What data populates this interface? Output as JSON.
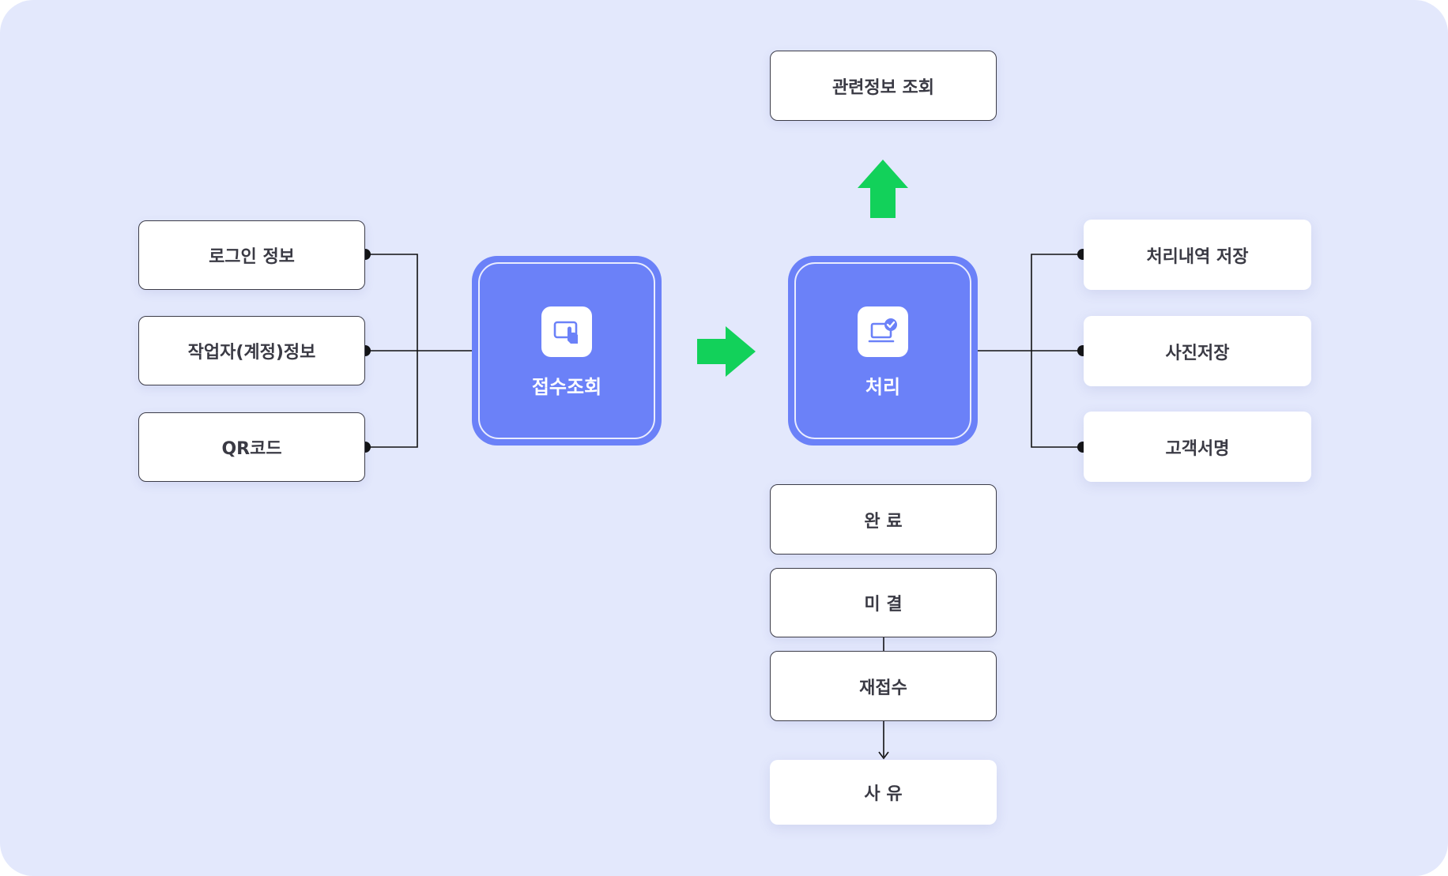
{
  "left_inputs": [
    {
      "label": "로그인 정보"
    },
    {
      "label": "작업자(계정)정보"
    },
    {
      "label": "QR코드"
    }
  ],
  "hub_reception": {
    "label": "접수조회",
    "icon": "touch-screen-icon"
  },
  "hub_process": {
    "label": "처리",
    "icon": "laptop-check-icon"
  },
  "top_box": {
    "label": "관련정보 조회"
  },
  "right_outputs": [
    {
      "label": "처리내역 저장"
    },
    {
      "label": "사진저장"
    },
    {
      "label": "고객서명"
    }
  ],
  "status_boxes": [
    {
      "label": "완 료"
    },
    {
      "label": "미 결"
    },
    {
      "label": "재접수"
    }
  ],
  "reason_box": {
    "label": "사 유"
  },
  "colors": {
    "background": "#e3e8fc",
    "hub": "#6b81f8",
    "arrow": "#12d15a",
    "text": "#3a3a44"
  }
}
